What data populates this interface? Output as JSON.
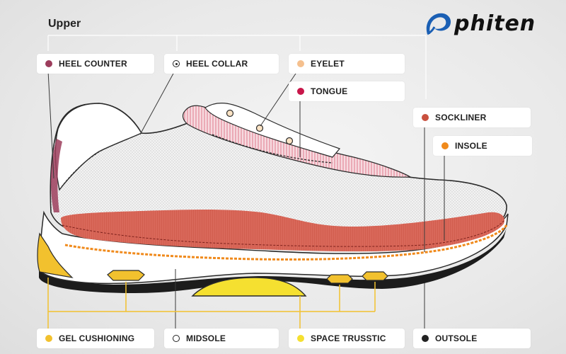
{
  "title": "Upper",
  "logo": {
    "text": "phiten",
    "icon": "phiten-swirl-logo",
    "color": "#1a5fb4"
  },
  "labels": {
    "heel_counter": {
      "text": "HEEL COUNTER",
      "color": "#9c3d5c"
    },
    "heel_collar": {
      "text": "HEEL COLLAR",
      "color": "#ffffff"
    },
    "eyelet": {
      "text": "EYELET",
      "color": "#f5c08e"
    },
    "tongue": {
      "text": "TONGUE",
      "color": "#c8174a"
    },
    "sockliner": {
      "text": "SOCKLINER",
      "color": "#c9503e"
    },
    "insole": {
      "text": "INSOLE",
      "color": "#f08a1c"
    },
    "gel_cushioning": {
      "text": "GEL CUSHIONING",
      "color": "#f2c12e"
    },
    "midsole": {
      "text": "MIDSOLE",
      "color": "#ffffff"
    },
    "space_trusstic": {
      "text": "SPACE TRUSSTIC",
      "color": "#f5e030"
    },
    "outsole": {
      "text": "OUTSOLE",
      "color": "#222222"
    }
  },
  "colors": {
    "sockliner_fill": "#d9685a",
    "insole_line": "#f08a1c",
    "gel": "#f2c12e",
    "tongue_hatch": "#e07a8c",
    "outsole": "#1c1c1c"
  }
}
